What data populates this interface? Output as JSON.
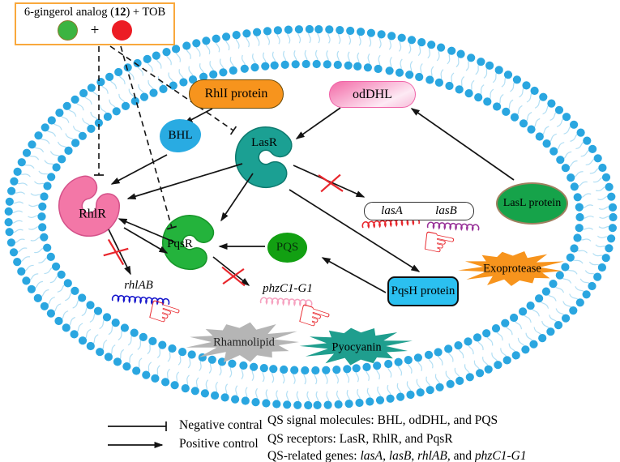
{
  "inhibitor_box": {
    "title_segments": [
      {
        "t": "6-gingerol analog ("
      },
      {
        "t": "12",
        "b": true
      },
      {
        "t": ") + TOB"
      }
    ],
    "plus": "+"
  },
  "molecules": {
    "rhli": "RhlI protein",
    "oddhl": "odDHL",
    "bhl": "BHL",
    "lasr": "LasR",
    "rhlr": "RhlR",
    "pqsr": "PqsR",
    "pqs": "PQS",
    "lasl": "LasL protein",
    "pqsh": "PqsH protein"
  },
  "genes": {
    "lasa": "lasA",
    "lasb": "lasB",
    "rhlab": "rhlAB",
    "phz": "phzC1-G1"
  },
  "products": {
    "exoprotease": "Exoprotease",
    "rhamnolipid": "Rhamnolipid",
    "pyocyanin": "Pyocyanin"
  },
  "legend": {
    "negative": "Negative contral",
    "positive": "Positive control",
    "line1": "QS signal molecules: BHL, odDHL, and PQS",
    "line2": "QS receptors: LasR, RhlR, and PqsR",
    "line3_segments": [
      {
        "t": "QS-related genes: "
      },
      {
        "t": "lasA",
        "i": true
      },
      {
        "t": ", "
      },
      {
        "t": "lasB",
        "i": true
      },
      {
        "t": ", "
      },
      {
        "t": "rhlAB",
        "i": true
      },
      {
        "t": ", and "
      },
      {
        "t": "phzC1-G1",
        "i": true
      }
    ]
  },
  "colors": {
    "membrane_dot": "#2aa6e0",
    "membrane_tail": "#b3dff4",
    "arrow": "#141414",
    "inhibitor_red": "#e8262c",
    "box_border": "#f9a83c",
    "green_dot": "#3cb441",
    "green_dot_border": "#8a7a30",
    "red_dot": "#ec1c24",
    "rhli_fill": "#f7941d",
    "bhl_fill": "#29abe2",
    "lasr_fill": "#1ba093",
    "lasr_edge": "#0e7a6f",
    "rhlr_fill": "#f377a7",
    "rhlr_edge": "#d4528a",
    "pqsr_fill": "#24b33c",
    "pqsr_edge": "#169428",
    "pqs_fill": "#12a012",
    "lasl_fill": "#16a34a",
    "pqsh_fill": "#2bc0f0",
    "helix_lasa": "#e8262c",
    "helix_lasb": "#993399",
    "helix_rhlab": "#1515cc",
    "helix_phz": "#f6a2c0",
    "exoprotease_fill": "#f7941d",
    "rhamnolipid_fill": "#b5b5b5",
    "pyocyanin_fill": "#1f9e8e",
    "hand": "#e8262c"
  }
}
